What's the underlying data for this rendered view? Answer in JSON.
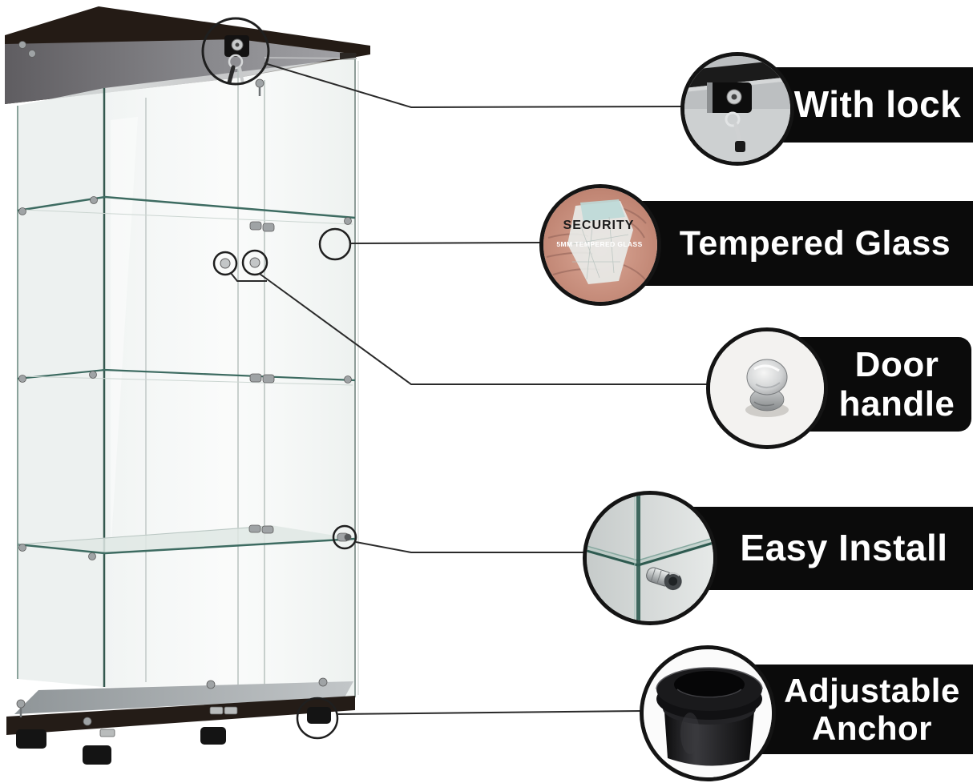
{
  "image_type": "product-feature-infographic",
  "product_subject": "glass-display-cabinet",
  "colors": {
    "page_bg": "#ffffff",
    "banner_bg": "#0b0b0b",
    "banner_text": "#ffffff",
    "callout_stroke": "#1f1f1f",
    "glass_edge": "#3d6b61",
    "wood_dark": "#241c17",
    "metal_silver": "#9fa3a5"
  },
  "features": [
    {
      "id": "with-lock",
      "label": "With lock",
      "icon": "lock-photo-icon"
    },
    {
      "id": "tempered-glass",
      "label": "Tempered Glass",
      "icon": "glass-shards-photo-icon",
      "overlay": {
        "title": "SECURITY",
        "subtitle": "5MM TEMPERED GLASS"
      }
    },
    {
      "id": "door-handle",
      "label": "Door handle",
      "icon": "door-knob-photo-icon"
    },
    {
      "id": "easy-install",
      "label": "Easy Install",
      "icon": "shelf-pin-photo-icon"
    },
    {
      "id": "adjustable-anchor",
      "label": "Adjustable Anchor",
      "icon": "leveling-foot-photo-icon"
    }
  ]
}
